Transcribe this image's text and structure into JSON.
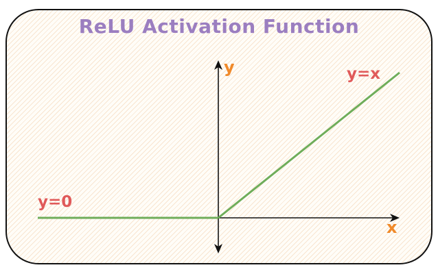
{
  "title": "ReLU Activation Function",
  "labels": {
    "y_axis": "y",
    "x_axis": "x",
    "positive_region": "y=x",
    "negative_region": "y=0"
  },
  "colors": {
    "title": "#9b7ec0",
    "axis_label": "#f08a2a",
    "region_label": "#e05a5a",
    "line": "#6fad5a",
    "axis": "#111111",
    "hatch": "#f0c8a0"
  },
  "chart_data": {
    "type": "line",
    "title": "ReLU Activation Function",
    "xlabel": "x",
    "ylabel": "y",
    "series": [
      {
        "name": "y=0",
        "x": [
          -1,
          0
        ],
        "y": [
          0,
          0
        ]
      },
      {
        "name": "y=x",
        "x": [
          0,
          1
        ],
        "y": [
          0,
          1
        ]
      }
    ],
    "annotations": [
      "y=0",
      "y=x"
    ],
    "grid": false
  }
}
